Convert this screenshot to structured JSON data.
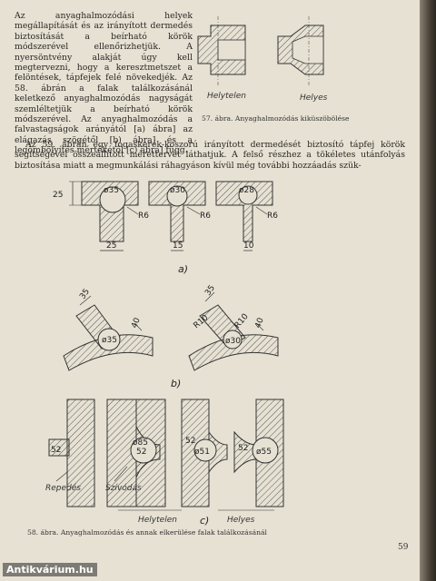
{
  "paragraph_1": "Az anyaghalmozódási helyek megállapítását és az irányított dermedés biztosítását a beírható körök módszerével ellenőrizhetjük. A nyersöntvény alakját úgy kell megtervezni, hogy a keresztmetszet a felöntések, tápfejek felé növekedjék. Az 58. ábrán a falak találkozásánál keletkező anyaghalmozódás nagyságát szemléltetjük a beírható körök módszerével. Az anyaghalmozódás a falvastagságok arányától [a) ábra] az elágazás szögétől [b) ábra] és a legömbölyítés mértékétől [c) ábra] függ.",
  "paragraph_2": "Az 59. ábrán egy fogaskerék-koszorú irányított dermedését biztosító tápfej körök segítségével összeállított mérettervét láthatjuk. A felső részhez a tökéletes utánfolyás biztosítása miatt a megmunkálási ráhagyáson kívül még további hozzáadás szük-",
  "fig57": {
    "caption": "57. ábra. Anyaghalmozódás kiküszöbölése",
    "label_wrong": "Helytelen",
    "label_right": "Helyes"
  },
  "fig58": {
    "caption": "58. ábra. Anyaghalmozódás és annak elkerülése falak találkozásánál",
    "sub_a": "a)",
    "sub_b": "b)",
    "sub_c": "c)",
    "a": {
      "height_dim": "25",
      "radius_dim": "R6",
      "items": [
        {
          "circle": "ø35",
          "width": "25"
        },
        {
          "circle": "ø30",
          "width": "15"
        },
        {
          "circle": "ø28",
          "width": "10"
        }
      ]
    },
    "b": {
      "items": [
        {
          "circle": "ø35",
          "wall_top": "35",
          "wall_side": "40"
        },
        {
          "circle": "ø30",
          "wall_top": "35",
          "wall_side": "40",
          "r1": "R10",
          "r2": "R10"
        }
      ]
    },
    "c": {
      "dim_left": "52",
      "items": [
        {
          "circle": "ø85",
          "dim": "52",
          "label": "Repedés"
        },
        {
          "circle": "ø51",
          "dim": "52",
          "label": "Szívódás"
        },
        {
          "circle": "ø55",
          "dim": "52",
          "label": ""
        }
      ],
      "label_wrong": "Helytelen",
      "label_right": "Helyes"
    }
  },
  "page_number": "59",
  "watermark": "Antikvárium.hu",
  "colors": {
    "paper": "#e6e1d3",
    "ink": "#2a2724"
  }
}
